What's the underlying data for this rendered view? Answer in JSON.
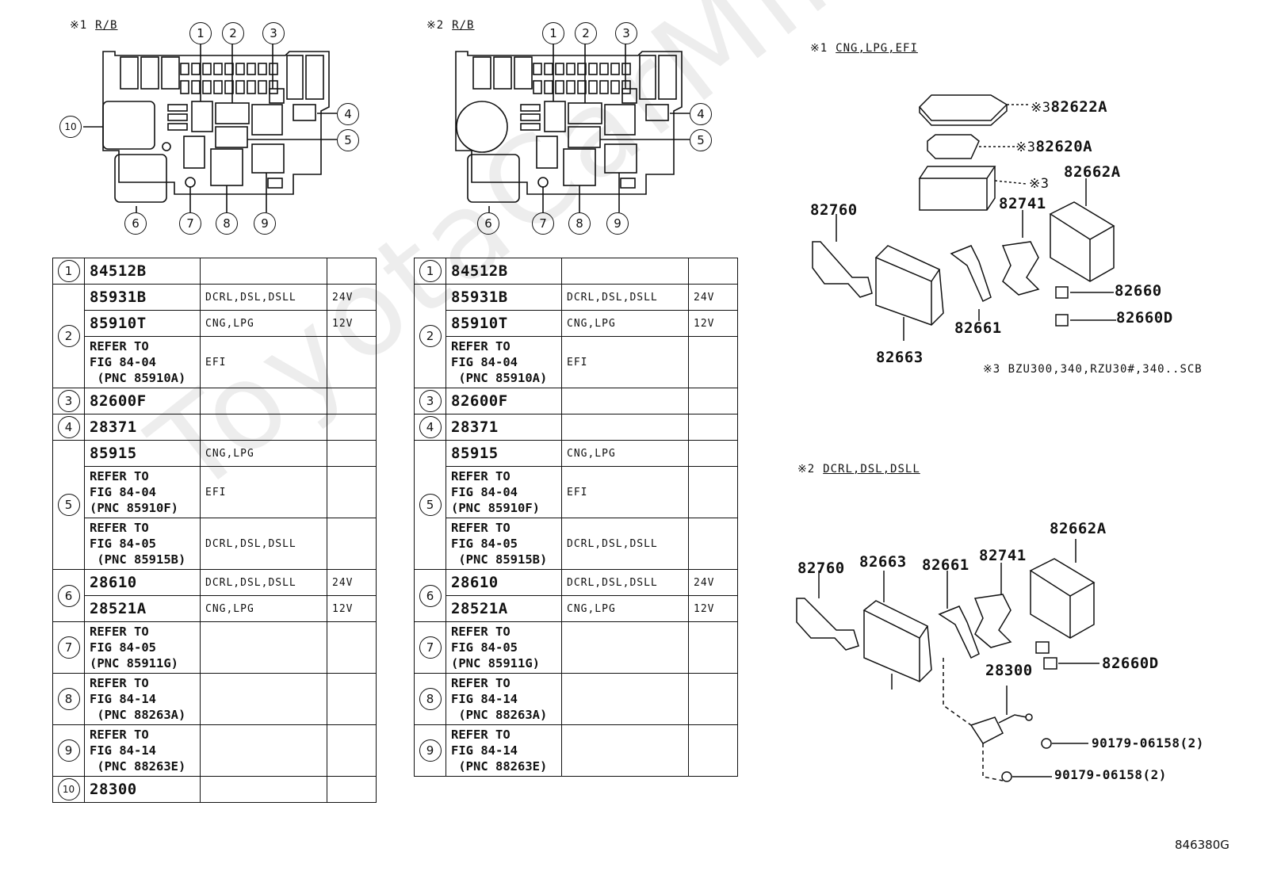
{
  "panel_left": {
    "mark": "※1",
    "label": "R/B"
  },
  "panel_mid": {
    "mark": "※2",
    "label": "R/B"
  },
  "callouts": [
    "1",
    "2",
    "3",
    "4",
    "5",
    "6",
    "7",
    "8",
    "9",
    "10"
  ],
  "table_rows": [
    {
      "num": "1",
      "entries": [
        {
          "pn": "84512B",
          "cond": "",
          "volt": ""
        }
      ]
    },
    {
      "num": "2",
      "entries": [
        {
          "pn": "85931B",
          "cond": "DCRL,DSL,DSLL",
          "volt": "24V"
        },
        {
          "pn": "85910T",
          "cond": "CNG,LPG",
          "volt": "12V"
        },
        {
          "ref": "REFER TO\nFIG 84-04\n (PNC 85910A)",
          "cond": "EFI",
          "volt": ""
        }
      ]
    },
    {
      "num": "3",
      "entries": [
        {
          "pn": "82600F",
          "cond": "",
          "volt": ""
        }
      ]
    },
    {
      "num": "4",
      "entries": [
        {
          "pn": "28371",
          "cond": "",
          "volt": ""
        }
      ]
    },
    {
      "num": "5",
      "entries": [
        {
          "pn": "85915",
          "cond": "CNG,LPG",
          "volt": ""
        },
        {
          "ref": "REFER TO\nFIG 84-04\n(PNC 85910F)",
          "cond": "EFI",
          "volt": ""
        },
        {
          "ref": "REFER TO\nFIG 84-05\n (PNC 85915B)",
          "cond": "DCRL,DSL,DSLL",
          "volt": ""
        }
      ]
    },
    {
      "num": "6",
      "entries": [
        {
          "pn": "28610",
          "cond": "DCRL,DSL,DSLL",
          "volt": "24V"
        },
        {
          "pn": "28521A",
          "cond": "CNG,LPG",
          "volt": "12V"
        }
      ]
    },
    {
      "num": "7",
      "entries": [
        {
          "ref": "REFER TO\nFIG 84-05\n(PNC 85911G)",
          "cond": "",
          "volt": ""
        }
      ]
    },
    {
      "num": "8",
      "entries": [
        {
          "ref": "REFER TO\nFIG 84-14\n (PNC 88263A)",
          "cond": "",
          "volt": ""
        }
      ]
    },
    {
      "num": "9",
      "entries": [
        {
          "ref": "REFER TO\nFIG 84-14\n (PNC 88263E)",
          "cond": "",
          "volt": ""
        }
      ]
    },
    {
      "num": "10",
      "entries": [
        {
          "pn": "28300",
          "cond": "",
          "volt": ""
        }
      ]
    }
  ],
  "table_rows_mid_count": 9,
  "upper_right": {
    "mark": "※1",
    "label": "CNG,LPG,EFI",
    "parts": {
      "p82622A": "82622A",
      "p82620A": "82620A",
      "p82662A": "82662A",
      "p82760": "82760",
      "p82741": "82741",
      "p82660": "82660",
      "p82660D": "82660D",
      "p82661": "82661",
      "p82663": "82663"
    },
    "star3": "※3",
    "footnote": "※3  BZU300,340,RZU30#,340..SCB"
  },
  "lower_right": {
    "mark": "※2",
    "label": "DCRL,DSL,DSLL",
    "parts": {
      "p82662A": "82662A",
      "p82760": "82760",
      "p82663": "82663",
      "p82661": "82661",
      "p82741": "82741",
      "p82660D": "82660D",
      "p28300": "28300",
      "bolt1": "90179-06158(2)",
      "bolt2": "90179-06158(2)"
    }
  },
  "figure_id": "846380G"
}
